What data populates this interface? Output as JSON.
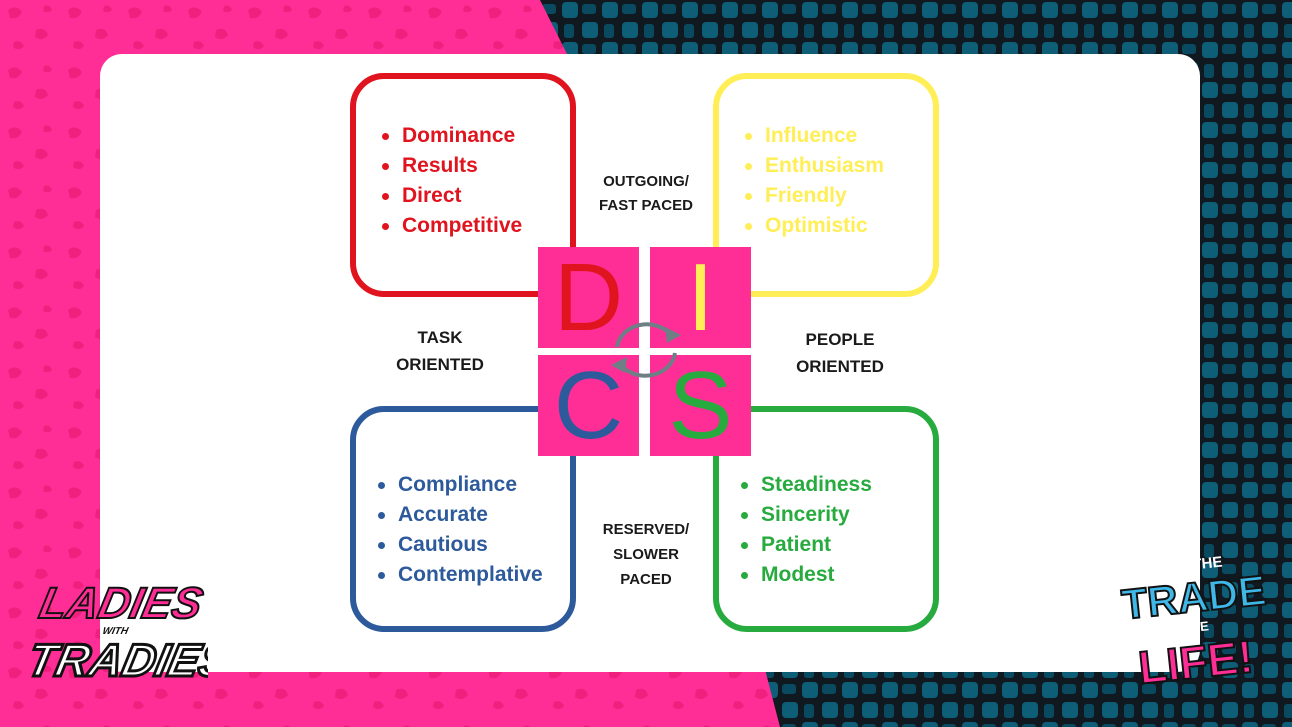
{
  "colors": {
    "background_pink": "#FF2E96",
    "background_teal": "#0E5E78",
    "dominance_red": "#E0141E",
    "influence_yellow": "#FFEE55",
    "compliance_blue": "#2D5A9B",
    "steadiness_green": "#27AA3E",
    "tile_pink": "#FF2E96"
  },
  "quadrants": {
    "d": {
      "letter": "D",
      "items": [
        "Dominance",
        "Results",
        "Direct",
        "Competitive"
      ]
    },
    "i": {
      "letter": "I",
      "items": [
        "Influence",
        "Enthusiasm",
        "Friendly",
        "Optimistic"
      ]
    },
    "c": {
      "letter": "C",
      "items": [
        "Compliance",
        "Accurate",
        "Cautious",
        "Contemplative"
      ]
    },
    "s": {
      "letter": "S",
      "items": [
        "Steadiness",
        "Sincerity",
        "Patient",
        "Modest"
      ]
    }
  },
  "axis_labels": {
    "top": [
      "OUTGOING/",
      "FAST PACED"
    ],
    "left": [
      "TASK",
      "ORIENTED"
    ],
    "right": [
      "PEOPLE",
      "ORIENTED"
    ],
    "bottom": [
      "RESERVED/",
      "SLOWER",
      "PACED"
    ]
  },
  "icons": {
    "cycle": "circular-arrows-icon"
  },
  "logos": {
    "left": {
      "line1": "LADIES",
      "line2": "WITH",
      "line3": "TRADIES"
    },
    "right": {
      "line1": "WORKIN' THE",
      "line2": "TRADE",
      "line3": "LIVIN' THE",
      "line4": "LIFE!"
    }
  }
}
